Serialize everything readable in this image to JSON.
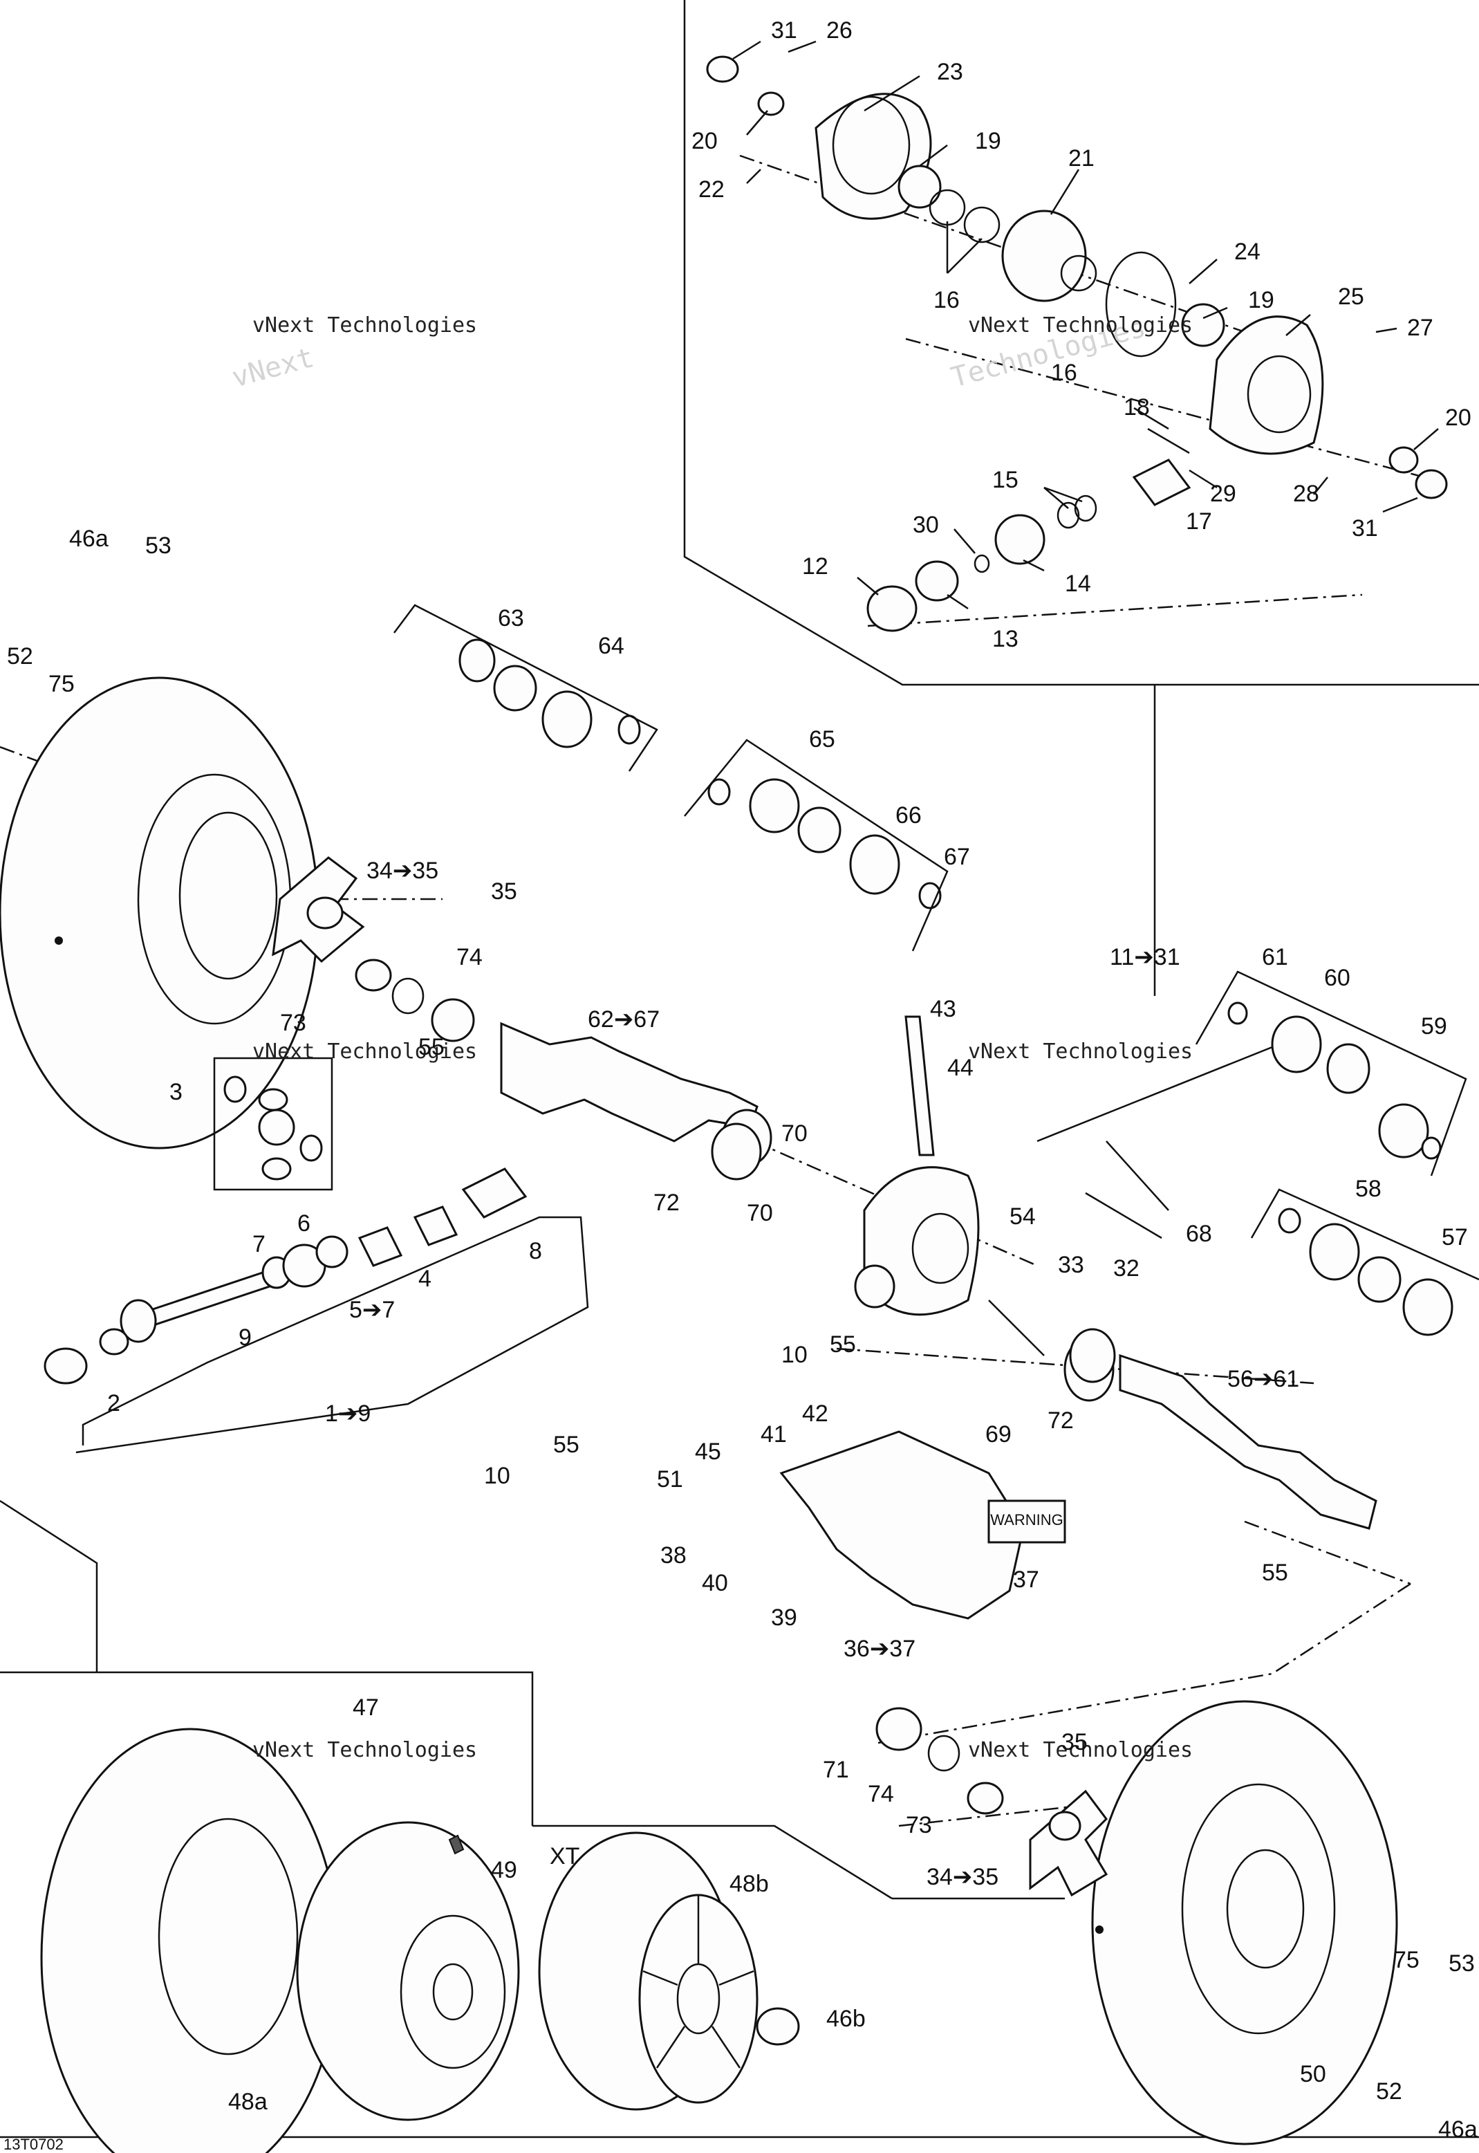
{
  "diagram_code": "13T0702",
  "watermark": {
    "line1": "vNext Technologies",
    "line2": "Technologies",
    "brand": "vNext"
  },
  "labels": {
    "l31a": "31",
    "l26": "26",
    "l23": "23",
    "l20a": "20",
    "l22": "22",
    "l19a": "19",
    "l21": "21",
    "l16a": "16",
    "l24": "24",
    "l16b": "16",
    "l19b": "19",
    "l25": "25",
    "l27": "27",
    "l18": "18",
    "l20b": "20",
    "l15": "15",
    "l29": "29",
    "l28": "28",
    "l17": "17",
    "l31b": "31",
    "l30": "30",
    "l12": "12",
    "l14": "14",
    "l13": "13",
    "l46a_top": "46a",
    "l53_top": "53",
    "l52_top": "52",
    "l75_top": "75",
    "l63": "63",
    "l64": "64",
    "l65": "65",
    "l66": "66",
    "l67": "67",
    "l34_35_top": "34➔35",
    "l35_top": "35",
    "l74_top": "74",
    "l73_top": "73",
    "l11_31": "11➔31",
    "l61": "61",
    "l60": "60",
    "l59": "59",
    "l62_67": "62➔67",
    "l43": "43",
    "l44": "44",
    "l55a": "55",
    "l3": "3",
    "l70a": "70",
    "l72a": "72",
    "l70b": "70",
    "l54": "54",
    "l68": "68",
    "l58": "58",
    "l57": "57",
    "l6": "6",
    "l7": "7",
    "l4": "4",
    "l8": "8",
    "l5_7": "5➔7",
    "l9": "9",
    "l33": "33",
    "l32": "32",
    "l10a": "10",
    "l55b": "55",
    "l2": "2",
    "l72b": "72",
    "l69": "69",
    "l56_61": "56➔61",
    "l42": "42",
    "l41": "41",
    "l1_9": "1➔9",
    "l55c": "55",
    "l45": "45",
    "l10b": "10",
    "l51": "51",
    "l38": "38",
    "l37": "37",
    "l40": "40",
    "l39": "39",
    "l55d": "55",
    "l36_37": "36➔37",
    "l47": "47",
    "l35_bot": "35",
    "l71": "71",
    "l74_bot": "74",
    "l73_bot": "73",
    "l34_35_bot": "34➔35",
    "lXT": "XT",
    "l48b": "48b",
    "l49": "49",
    "l46b": "46b",
    "l48a": "48a",
    "l75_bot": "75",
    "l53_bot": "53",
    "l50": "50",
    "l52_bot": "52",
    "l46a_bot": "46a"
  },
  "decal_text": "WARNING"
}
